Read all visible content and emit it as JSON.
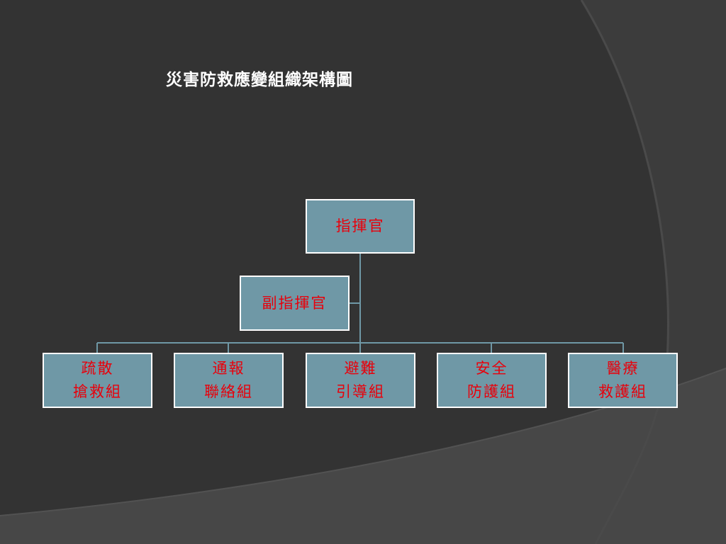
{
  "title": "災害防救應變組織架構圖",
  "org_chart": {
    "commander": "指揮官",
    "vice_commander": "副指揮官",
    "groups": [
      {
        "line1": "疏散",
        "line2": "搶救組"
      },
      {
        "line1": "通報",
        "line2": "聯絡組"
      },
      {
        "line1": "避難",
        "line2": "引導組"
      },
      {
        "line1": "安全",
        "line2": "防護組"
      },
      {
        "line1": "醫療",
        "line2": "救護組"
      }
    ]
  },
  "colors": {
    "background": "#3b3b3b",
    "node_fill": "#6f98a6",
    "node_border": "#ffffff",
    "node_text": "#e8000b",
    "connector": "#6f98a6",
    "title_text": "#ffffff"
  }
}
